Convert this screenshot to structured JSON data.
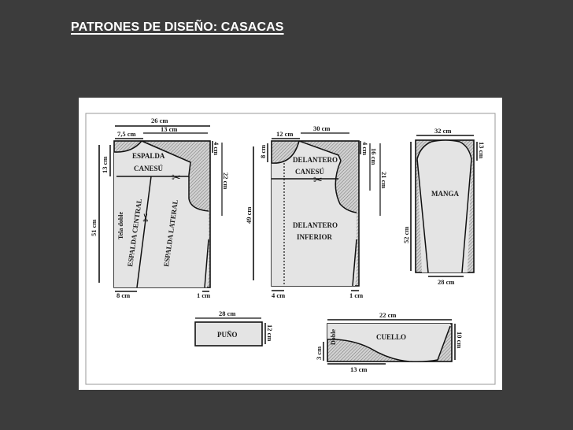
{
  "slide": {
    "title": "PATRONES DE DISEÑO: CASACAS",
    "background": "#3c3c3c",
    "title_color": "#ffffff"
  },
  "diagram": {
    "fill_color": "#e4e4e4",
    "hatch_color": "#8a8a8a",
    "line_color": "#111111",
    "espalda": {
      "labels": {
        "canesu_1": "ESPALDA",
        "canesu_2": "CANESÚ",
        "tela_doble": "Tela doble",
        "central": "ESPALDA CENTRAL",
        "lateral": "ESPALDA LATERAL"
      },
      "dimensions": {
        "total_width": "26 cm",
        "half_width": "13 cm",
        "neck_width": "7,5 cm",
        "shoulder_drop": "4 cm",
        "canesu_height": "13 cm",
        "armhole_height": "22 cm",
        "length": "51 cm",
        "hem_left": "8 cm",
        "hem_right": "1 cm"
      }
    },
    "delantero": {
      "labels": {
        "canesu_1": "DELANTERO",
        "canesu_2": "CANESÚ",
        "inferior_1": "DELANTERO",
        "inferior_2": "INFERIOR"
      },
      "dimensions": {
        "neck_width": "12 cm",
        "shoulder_width": "30 cm",
        "neck_depth": "8 cm",
        "shoulder_drop": "4 cm",
        "canesu_height": "16 cm",
        "armhole_height": "21 cm",
        "length": "49 cm",
        "hem_left": "4 cm",
        "hem_right": "1 cm"
      }
    },
    "manga": {
      "labels": {
        "name": "MANGA"
      },
      "dimensions": {
        "top_width": "32 cm",
        "cap_height": "13 cm",
        "length": "52 cm",
        "bottom_width": "28 cm"
      }
    },
    "puno": {
      "labels": {
        "name": "PUÑO"
      },
      "dimensions": {
        "width": "28 cm",
        "height": "12 cm"
      }
    },
    "cuello": {
      "labels": {
        "name": "CUELLO",
        "fold": "Doble"
      },
      "dimensions": {
        "width": "22 cm",
        "height": "10 cm",
        "stand": "3 cm",
        "bottom": "13 cm"
      }
    }
  }
}
